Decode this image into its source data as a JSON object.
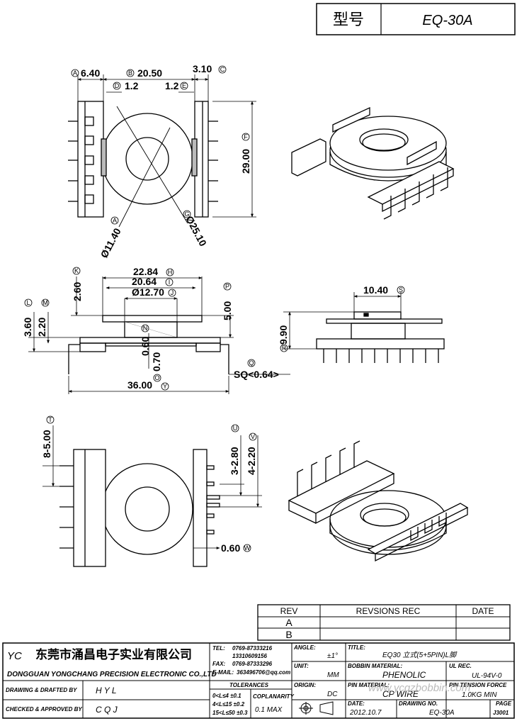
{
  "header": {
    "type_label": "型号",
    "model": "EQ-30A"
  },
  "top_view": {
    "dims": {
      "a": "6.40",
      "b": "20.50",
      "c": "3.10",
      "d": "1.2",
      "e": "1.2",
      "f": "29.00",
      "g": "Ø25.10",
      "h": "Ø11.40"
    },
    "markers": [
      "A",
      "B",
      "C",
      "D",
      "E",
      "F",
      "G",
      "A"
    ]
  },
  "front_view": {
    "dims": {
      "k": "2.60",
      "h": "22.84",
      "i": "20.64",
      "j": "Ø12.70",
      "p": "5.00",
      "l": "3.60",
      "m": "2.20",
      "n": "0.60",
      "o": "0.70",
      "q": "SQ<0.64>",
      "y": "36.00"
    },
    "markers": [
      "K",
      "H",
      "I",
      "J",
      "P",
      "L",
      "M",
      "N",
      "O",
      "Q",
      "Y"
    ]
  },
  "side_view": {
    "dims": {
      "s": "10.40",
      "r": "9.90"
    },
    "markers": [
      "S",
      "R"
    ]
  },
  "bottom_view": {
    "dims": {
      "t": "8-5.00",
      "u": "3-2.80",
      "v": "4-2.20",
      "w": "0.60"
    },
    "markers": [
      "T",
      "U",
      "V",
      "W"
    ]
  },
  "revisions": {
    "headers": [
      "REV",
      "REVSIONS REC",
      "DATE"
    ],
    "rows": [
      {
        "rev": "A"
      },
      {
        "rev": "B"
      }
    ]
  },
  "title_block": {
    "logo": "YC",
    "company_cn": "东莞市涌昌电子实业有限公司",
    "company_en": "DONGGUAN YONGCHANG PRECISION ELECTRONIC CO.,LTD",
    "tel_label": "TEL:",
    "tel": "0769-87333216",
    "tel2": "13310609156",
    "fax_label": "FAX:",
    "fax": "0769-87333296",
    "email_label": "E-MAIL:",
    "email": "363496706@qq.com",
    "angle_label": "ANGLE:",
    "angle": "±1°",
    "title_label": "TITLE:",
    "title": "EQ30 立式(5+5PIN)L脚",
    "unit_label": "UNIT:",
    "unit": "MM",
    "material_label": "BOBBIN MATERIAL:",
    "material": "PHENOLIC",
    "ul_label": "UL REC.",
    "ul": "UL-94V-0",
    "origin_label": "ORIGIN:",
    "origin": "DC",
    "pin_label": "PIN MATERIAL:",
    "pin": "CP WIRE",
    "tension_label": "PIN TENSION FORCE",
    "tension": "1.0KG MIN",
    "watermark": "www.ycqzbobbin.com",
    "drawn_label": "DRAWING & DRAFTED BY",
    "drawn": "H Y L",
    "checked_label": "CHECKED & APPROVED BY",
    "checked": "C Q J",
    "tolerances_label": "TOLERANCES",
    "tol1": "0<L≤4    ±0.1",
    "tol2": "4<L≤15   ±0.2",
    "tol3": "15<L≤50  ±0.3",
    "coplanarity_label": "COPLANARITY",
    "coplanarity": "0.1 MAX",
    "date_label": "DATE:",
    "date": "2012.10.7",
    "drawing_label": "DRAWING NO.",
    "drawing": "EQ-30A",
    "page_label": "PAGE",
    "page": "J3001"
  }
}
